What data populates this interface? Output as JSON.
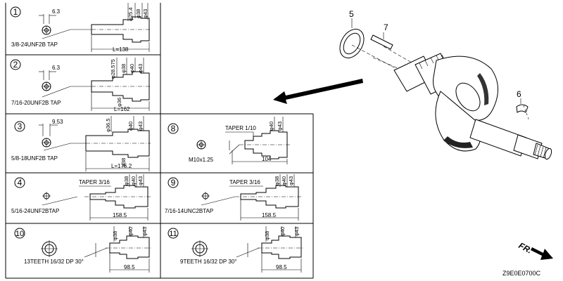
{
  "figure": {
    "code": "Z9E0E0700C",
    "fr_label": "FR.",
    "callouts": {
      "c5": "5",
      "c6": "6",
      "c7": "7"
    },
    "accent_color": "#000000"
  },
  "variants": [
    {
      "num": "1",
      "spec": "3/8-24UNF2B TAP",
      "d1": "φ25.4",
      "d2": "φ38",
      "d3": "φ43",
      "top": "6.3",
      "length": "L=138"
    },
    {
      "num": "2",
      "spec": "7/16-20UNF2B TAP",
      "d1": "φ28.575",
      "d2": "φ38",
      "d3": "φ40",
      "d4": "φ43",
      "d5": "φ36",
      "top": "6.3",
      "length": "L=162"
    },
    {
      "num": "3",
      "spec": "5/8-18UNF2B TAP",
      "d1": "φ36.5",
      "d2": "φ40",
      "d3": "φ43",
      "d4": "φ38",
      "top": "9.53",
      "length": "L=175.2"
    },
    {
      "num": "4",
      "spec": "5/16-24UNF2BTAP",
      "taper": "TAPER 3/16",
      "d2": "φ38",
      "d3": "φ40",
      "d4": "φ43",
      "length": "158.5"
    },
    {
      "num": "8",
      "spec": "M10x1.25",
      "taper": "TAPER 1/10",
      "d2": "φ40",
      "d3": "φ43",
      "length": "104"
    },
    {
      "num": "9",
      "spec": "7/16-14UNC2BTAP",
      "taper": "TAPER 3/16",
      "d2": "φ38",
      "d3": "φ40",
      "d4": "φ43",
      "length": "158.5"
    },
    {
      "num": "10",
      "spec": "13TEETH 16/32 DP 30°",
      "d2": "φ38",
      "d3": "φ40",
      "d4": "φ43",
      "length": "98.5"
    },
    {
      "num": "11",
      "spec": "9TEETH 16/32 DP 30°",
      "d2": "φ38",
      "d3": "φ40",
      "d4": "φ43",
      "length": "98.5"
    }
  ]
}
